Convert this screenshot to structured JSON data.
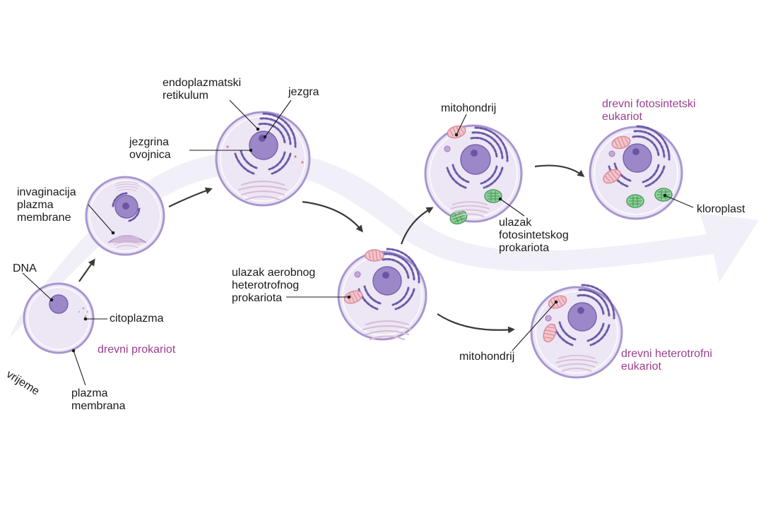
{
  "colors": {
    "background": "#ffffff",
    "time_band": "#efedf7",
    "cell_fill": "#ece6f5",
    "cell_border": "#a896cf",
    "nucleus": "#9c88c9",
    "endoplasmic_reticulum": "#6d5aa8",
    "mitochondrion": "#f3c5cc",
    "chloroplast": "#8fd19a",
    "label_text": "#1a1a1a",
    "stage_label_text": "#9b3f8f",
    "arrow": "#3a3a3a"
  },
  "time_axis_label": "vrijeme",
  "labels": {
    "dna": "DNA",
    "citoplazma": "citoplazma",
    "plazma_membrana_1": "plazma",
    "plazma_membrana_2": "membrana",
    "invaginacija_1": "invaginacija",
    "invaginacija_2": "plazma",
    "invaginacija_3": "membrane",
    "endoplazmatski_1": "endoplazmatski",
    "endoplazmatski_2": "retikulum",
    "jezgra": "jezgra",
    "jezgrina_1": "jezgrina",
    "jezgrina_2": "ovojnica",
    "ulazak_aerobnog_1": "ulazak aerobnog",
    "ulazak_aerobnog_2": "heterotrofnog",
    "ulazak_aerobnog_3": "prokariota",
    "mitohondrij_top": "mitohondrij",
    "ulazak_foto_1": "ulazak",
    "ulazak_foto_2": "fotosintetskog",
    "ulazak_foto_3": "prokariota",
    "kloroplast": "kloroplast",
    "mitohondrij_bottom": "mitohondrij"
  },
  "stage_labels": {
    "prokariot": "drevni prokariot",
    "fotosintetski_1": "drevni fotosintetski",
    "fotosintetski_2": "eukariot",
    "heterotrofni_1": "drevni heterotrofni",
    "heterotrofni_2": "eukariot"
  },
  "icons": [
    "time-arrow-icon",
    "cell-icon",
    "nucleus-icon",
    "endoplasmic-reticulum-icon",
    "golgi-icon",
    "mitochondrion-icon",
    "chloroplast-icon",
    "flow-arrow-icon"
  ]
}
